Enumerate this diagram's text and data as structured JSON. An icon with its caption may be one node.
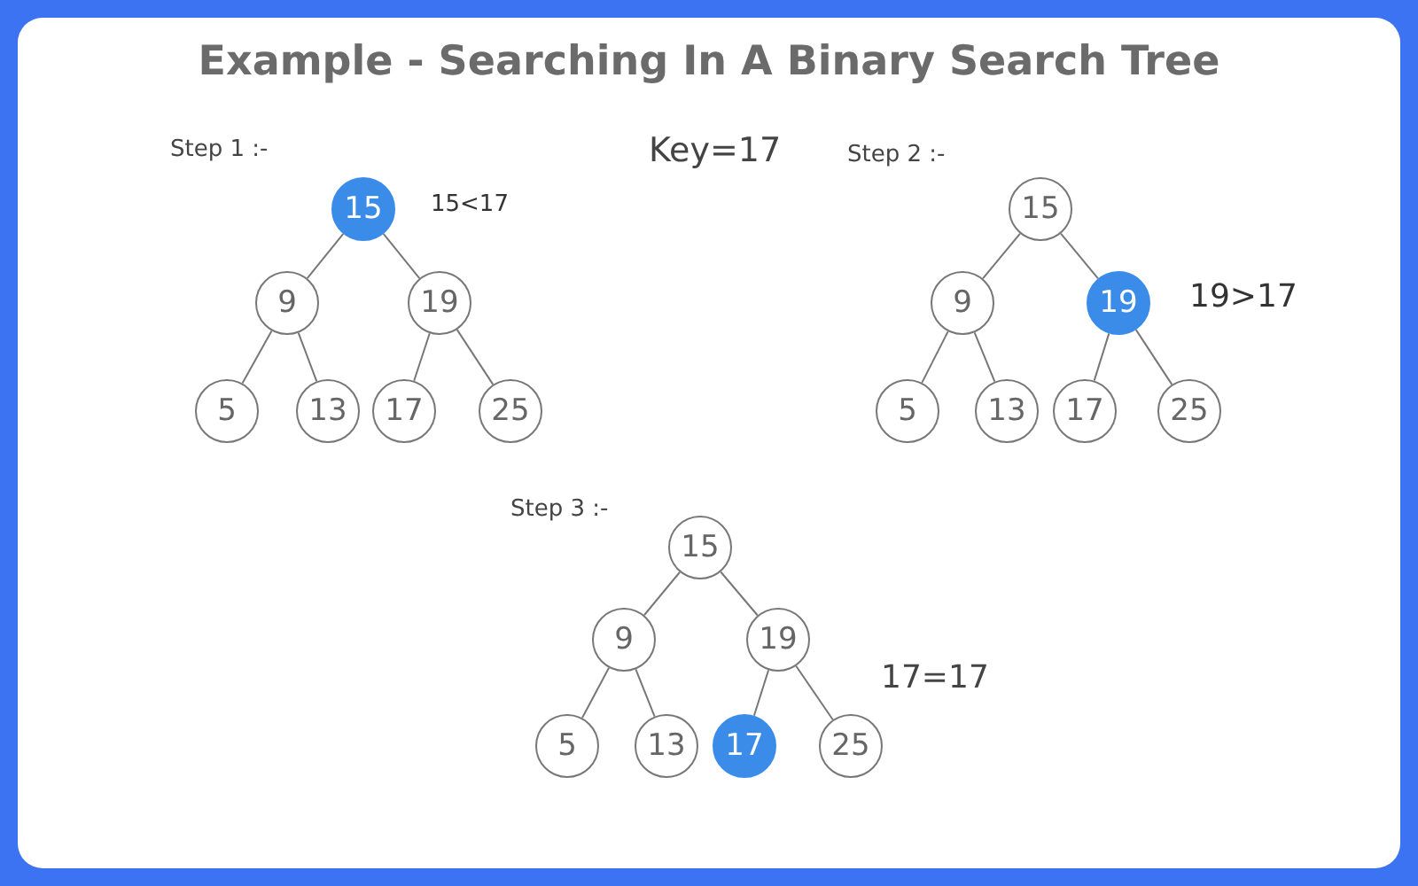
{
  "diagram": {
    "title": "Example - Searching In A Binary Search Tree",
    "nodes": [
      {
        "text": [
          "15"
        ],
        "beside": [
          "15<17"
        ]
      },
      {
        "text": [
          "9"
        ]
      },
      {
        "text": [
          "19"
        ]
      },
      {
        "text": [
          "5"
        ]
      },
      {
        "text": [
          "13"
        ]
      },
      {
        "text": [
          "17"
        ]
      },
      {
        "text": [
          "25"
        ]
      },
      {
        "text": [
          "15"
        ]
      },
      {
        "text": [
          "9"
        ]
      },
      {
        "text": [
          "19"
        ],
        "beside": [
          "19>17"
        ]
      },
      {
        "text": [
          "5"
        ]
      },
      {
        "text": [
          "13"
        ]
      },
      {
        "text": [
          "17"
        ]
      },
      {
        "text": [
          "25"
        ]
      },
      {
        "text": [
          "15"
        ]
      },
      {
        "text": [
          "9"
        ]
      },
      {
        "text": [
          "19"
        ]
      },
      {
        "text": [
          "5"
        ]
      },
      {
        "text": [
          "13"
        ]
      },
      {
        "text": [
          "17"
        ]
      },
      {
        "text": [
          "25"
        ]
      }
    ],
    "edges": [
      {
        "from": 0,
        "to": 1,
        "arrow": "none"
      },
      {
        "from": 0,
        "to": 2,
        "arrow": "none"
      },
      {
        "from": 1,
        "to": 3,
        "arrow": "none"
      },
      {
        "from": 1,
        "to": 4,
        "arrow": "none"
      },
      {
        "from": 2,
        "to": 5,
        "arrow": "none"
      },
      {
        "from": 2,
        "to": 6,
        "arrow": "none"
      },
      {
        "from": 7,
        "to": 8,
        "arrow": "none"
      },
      {
        "from": 7,
        "to": 9,
        "arrow": "none"
      },
      {
        "from": 8,
        "to": 10,
        "arrow": "none"
      },
      {
        "from": 8,
        "to": 11,
        "arrow": "none"
      },
      {
        "from": 9,
        "to": 12,
        "arrow": "none"
      },
      {
        "from": 9,
        "to": 13,
        "arrow": "none"
      },
      {
        "from": 14,
        "to": 15,
        "arrow": "none"
      },
      {
        "from": 14,
        "to": 16,
        "arrow": "none"
      },
      {
        "from": 15,
        "to": 17,
        "arrow": "none"
      },
      {
        "from": 15,
        "to": 18,
        "arrow": "none"
      },
      {
        "from": 16,
        "to": 19,
        "arrow": "none"
      },
      {
        "from": 16,
        "to": 20,
        "arrow": "none"
      }
    ],
    "labels": [
      "Step 1 :-",
      "Key=17",
      "Step 2 :-",
      "17=17",
      "Step 3 :-"
    ]
  }
}
